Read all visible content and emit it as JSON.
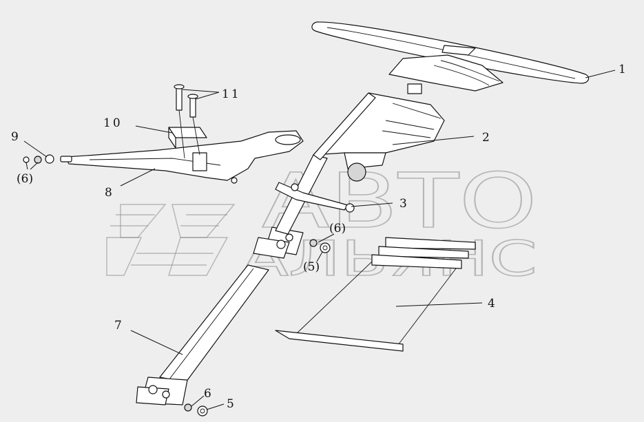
{
  "watermark": {
    "line1": "АВТО",
    "line2": "АЛЬЯНС"
  },
  "callouts": [
    {
      "id": "c1",
      "text": "1"
    },
    {
      "id": "c2",
      "text": "2"
    },
    {
      "id": "c3",
      "text": "3"
    },
    {
      "id": "c4",
      "text": "4"
    },
    {
      "id": "c5a",
      "text": "(5)"
    },
    {
      "id": "c5b",
      "text": "5"
    },
    {
      "id": "c6a",
      "text": "(6)"
    },
    {
      "id": "c6b",
      "text": "(6)"
    },
    {
      "id": "c6c",
      "text": "6"
    },
    {
      "id": "c7",
      "text": "7"
    },
    {
      "id": "c8",
      "text": "8"
    },
    {
      "id": "c9",
      "text": "9"
    },
    {
      "id": "c10",
      "text": "10"
    },
    {
      "id": "c11",
      "text": "11"
    }
  ]
}
